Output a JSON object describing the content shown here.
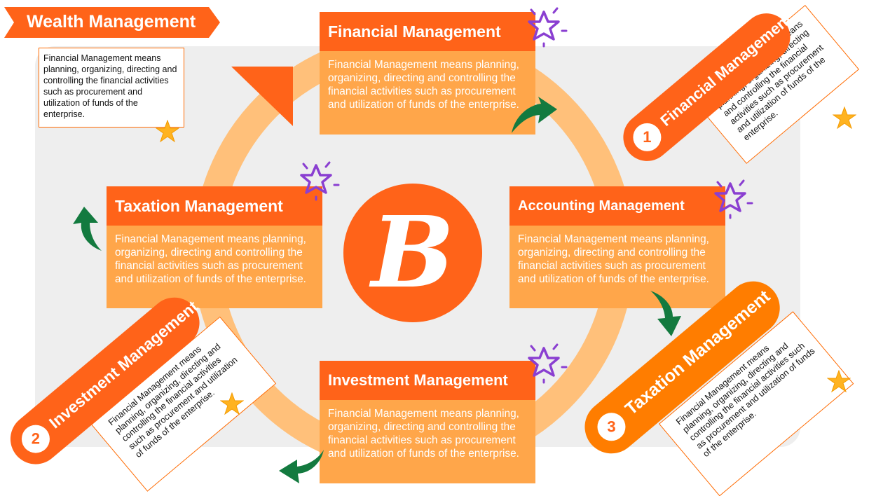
{
  "header": {
    "title": "Wealth Management"
  },
  "note": {
    "text": "Financial Management means planning, organizing, directing and controlling the financial activities such as procurement and utilization of funds of the enterprise."
  },
  "cards": {
    "top": {
      "title": "Financial Management",
      "body": "Financial Management means planning, organizing, directing and controlling the financial activities such as procurement and utilization of funds of the enterprise."
    },
    "left": {
      "title": "Taxation Management",
      "body": "Financial Management means planning, organizing, directing and controlling the financial activities such as procurement and utilization of funds of the enterprise."
    },
    "right": {
      "title": "Accounting Management",
      "body": "Financial Management means planning, organizing, directing and controlling the financial activities such as procurement and utilization of funds of the enterprise."
    },
    "bottom": {
      "title": "Investment Management",
      "body": "Financial Management means planning, organizing, directing and controlling the financial activities such as procurement and utilization of funds of the enterprise."
    }
  },
  "center_logo": {
    "letter": "B"
  },
  "side_items": [
    {
      "number": "1",
      "title": "Financial Management",
      "body": "Financial Management means planning, organizing, directing and controlling the financial activities such as procurement and utilization of funds of the enterprise."
    },
    {
      "number": "2",
      "title": "Investment Management",
      "body": "Financial Management means planning, organizing, directing and controlling the financial activities such as procurement and utilization of funds of the enterprise."
    },
    {
      "number": "3",
      "title": "Taxation Management",
      "body": "Financial Management means planning, organizing, directing and controlling the financial activities such as procurement and utilization of funds of the enterprise."
    }
  ],
  "colors": {
    "primary": "#ff6319",
    "light": "#ffa64a",
    "ring": "#ffc07a",
    "arrow": "#137a3f",
    "star_outline": "#8a3fd1",
    "star_fill": "#ffb320"
  },
  "icons": [
    "star-outline-icon",
    "star-icon",
    "curved-arrow-icon",
    "triangle-arrow-icon"
  ]
}
